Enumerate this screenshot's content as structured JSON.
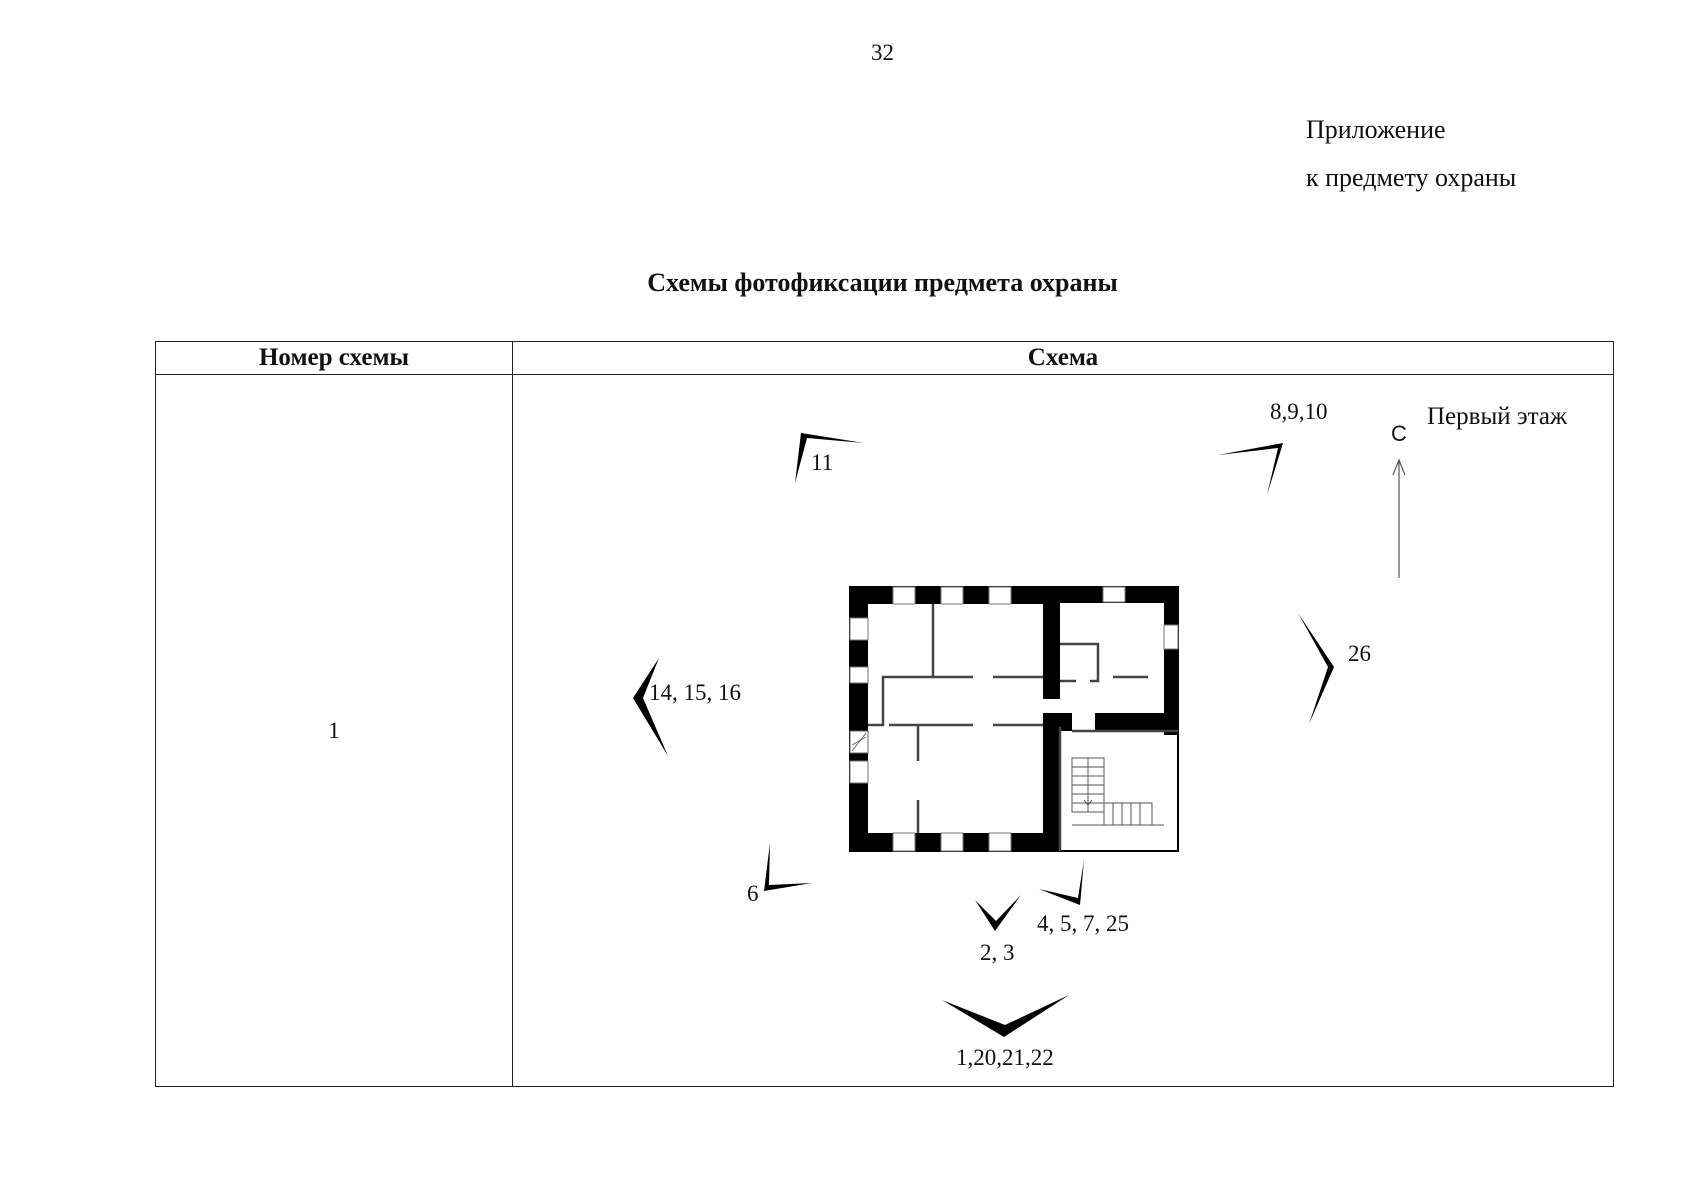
{
  "page": {
    "number": "32",
    "appendix_line1": "Приложение",
    "appendix_line2": "к предмету охраны",
    "title": "Схемы фотофиксации предмета охраны"
  },
  "table": {
    "headers": [
      "Номер схемы",
      "Схема"
    ],
    "rows": [
      {
        "scheme_number": "1",
        "diagram": {
          "floor_label": "Первый этаж",
          "north_label": "С",
          "viewpoints": [
            {
              "label": "11",
              "direction": "north-east corner marker"
            },
            {
              "label": "8,9,10",
              "direction": "north-east"
            },
            {
              "label": "14, 15, 16",
              "direction": "west"
            },
            {
              "label": "26",
              "direction": "east"
            },
            {
              "label": "6",
              "direction": "south-west"
            },
            {
              "label": "2, 3",
              "direction": "south"
            },
            {
              "label": "4, 5, 7, 25",
              "direction": "south-east"
            },
            {
              "label": "1,20,21,22",
              "direction": "south"
            }
          ]
        }
      }
    ]
  },
  "colors": {
    "ink": "#111111",
    "wall": "#000000",
    "background": "#ffffff"
  }
}
